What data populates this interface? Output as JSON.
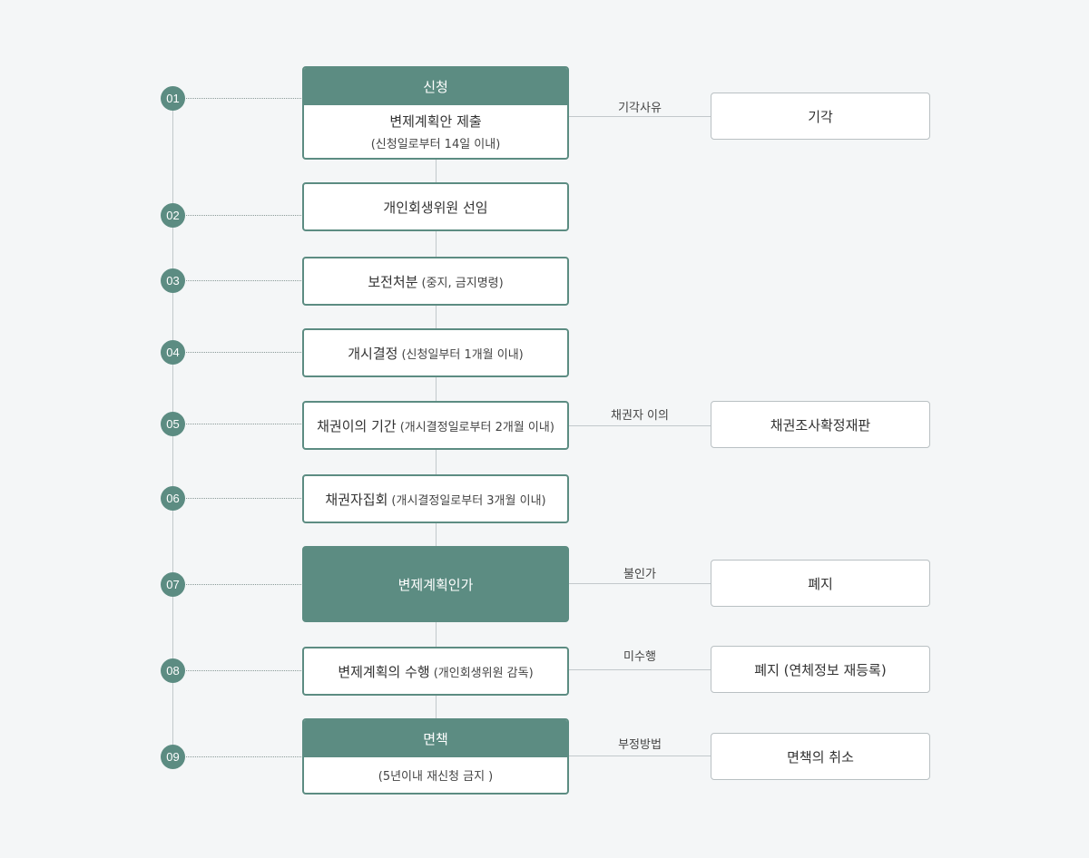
{
  "steps": [
    {
      "num": "01",
      "title": "신청",
      "main": "변제계획안 제출",
      "sub": "(신청일로부터 14일 이내)"
    },
    {
      "num": "02",
      "main": "개인회생위원 선임"
    },
    {
      "num": "03",
      "main": "보전처분",
      "sub": "(중지, 금지명령)"
    },
    {
      "num": "04",
      "main": "개시결정",
      "sub": "(신청일부터 1개월 이내)"
    },
    {
      "num": "05",
      "main": "채권이의 기간",
      "sub": "(개시결정일로부터 2개월 이내)"
    },
    {
      "num": "06",
      "main": "채권자집회",
      "sub": "(개시결정일로부터 3개월 이내)"
    },
    {
      "num": "07",
      "main": "변제계획인가"
    },
    {
      "num": "08",
      "main": "변제계획의 수행",
      "sub": "(개인회생위원 감독)"
    },
    {
      "num": "09",
      "title": "면책",
      "sub": "(5년이내 재신청 금지 )"
    }
  ],
  "branches": [
    {
      "label": "기각사유",
      "outcome": "기각"
    },
    {
      "label": "채권자 이의",
      "outcome": "채권조사확정재판"
    },
    {
      "label": "불인가",
      "outcome": "폐지"
    },
    {
      "label": "미수행",
      "outcome": "폐지 (연체정보 재등록)"
    },
    {
      "label": "부정방법",
      "outcome": "면책의 취소"
    }
  ],
  "colors": {
    "accent": "#5c8c82",
    "connector": "#c2c8cb",
    "background": "#f4f6f7"
  }
}
